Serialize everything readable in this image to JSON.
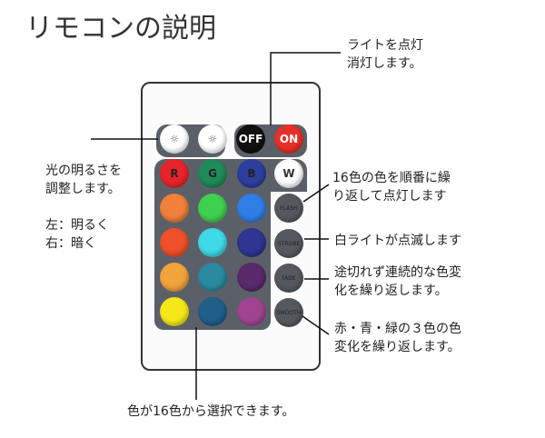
{
  "title": "リモコンの説明",
  "labels": {
    "power": "ライトを点灯\n消灯します。",
    "brightness": "光の明るさを\n調整します。",
    "brightness_dir": "左：明るく\n右：暗く",
    "flash": "16色の色を順番に繰\nり返して点灯します",
    "strobe": "白ライトが点滅します",
    "fade": "途切れず連続的な色変\n化を繰り返します。",
    "smooth": "赤・青・緑の３色の色\n変化を繰り返します。",
    "colors": "色が16色から選択できます。"
  },
  "buttons": {
    "bright_up_icon": "sun-up-icon",
    "bright_down_icon": "sun-down-icon",
    "off": "OFF",
    "on": "ON",
    "r": "R",
    "g": "G",
    "b": "B",
    "w": "W",
    "flash": "FLASH",
    "strobe": "STROBE",
    "fade": "FADE",
    "smooth": "SMOOTH"
  },
  "colors": [
    "#e8242a",
    "#1f8a5a",
    "#2d3f9e",
    "#ffffff",
    "#f0803a",
    "#3ed14e",
    "#2e7ee6",
    "#ef4f2a",
    "#3fd9e8",
    "#2f3591",
    "#f2a43c",
    "#2a8aa0",
    "#5a2a6a",
    "#f5e81a",
    "#1f5f8a",
    "#a0448f"
  ]
}
